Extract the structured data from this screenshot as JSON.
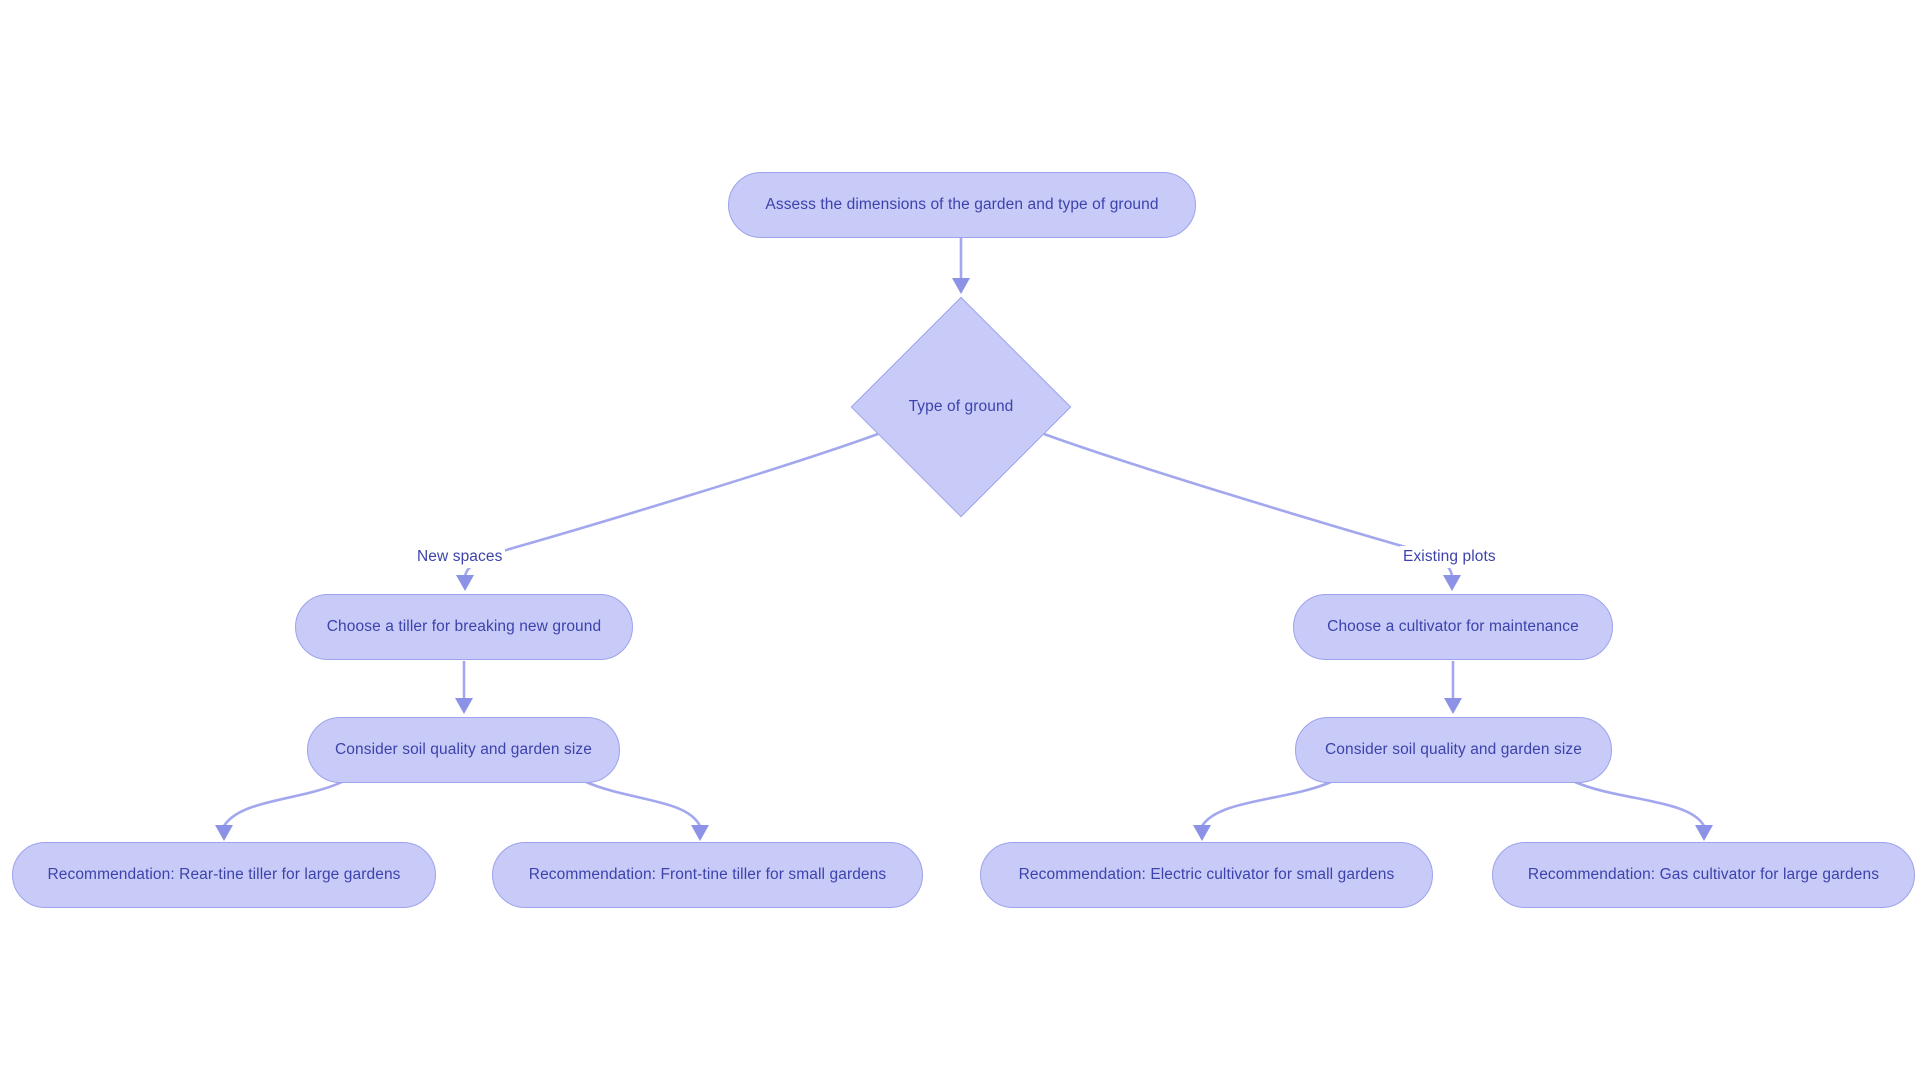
{
  "diagram": {
    "type": "flowchart",
    "background": "#ffffff",
    "colors": {
      "node_fill": "#c8caf8",
      "node_border": "#9da3ec",
      "node_text": "#3c43ab",
      "edge_line": "#a3a8ee",
      "arrow_fill": "#8c93e6",
      "background": "#ffffff"
    },
    "nodes": {
      "start": {
        "shape": "pill",
        "label": "Assess the dimensions of the garden and type of ground"
      },
      "decision": {
        "shape": "diamond",
        "label": "Type of ground"
      },
      "tiller": {
        "shape": "pill",
        "label": "Choose a tiller for breaking new ground"
      },
      "consider_left": {
        "shape": "pill",
        "label": "Consider soil quality and garden size"
      },
      "rec_rear": {
        "shape": "pill",
        "label": "Recommendation: Rear-tine tiller for large gardens"
      },
      "rec_front": {
        "shape": "pill",
        "label": "Recommendation: Front-tine tiller for small gardens"
      },
      "cultivator": {
        "shape": "pill",
        "label": "Choose a cultivator for maintenance"
      },
      "consider_right": {
        "shape": "pill",
        "label": "Consider soil quality and garden size"
      },
      "rec_electric": {
        "shape": "pill",
        "label": "Recommendation: Electric cultivator for small gardens"
      },
      "rec_gas": {
        "shape": "pill",
        "label": "Recommendation: Gas cultivator for large gardens"
      }
    },
    "edges": [
      {
        "from": "start",
        "to": "decision",
        "label": ""
      },
      {
        "from": "decision",
        "to": "tiller",
        "label": "New spaces"
      },
      {
        "from": "decision",
        "to": "cultivator",
        "label": "Existing plots"
      },
      {
        "from": "tiller",
        "to": "consider_left",
        "label": ""
      },
      {
        "from": "cultivator",
        "to": "consider_right",
        "label": ""
      },
      {
        "from": "consider_left",
        "to": "rec_rear",
        "label": ""
      },
      {
        "from": "consider_left",
        "to": "rec_front",
        "label": ""
      },
      {
        "from": "consider_right",
        "to": "rec_electric",
        "label": ""
      },
      {
        "from": "consider_right",
        "to": "rec_gas",
        "label": ""
      }
    ]
  }
}
